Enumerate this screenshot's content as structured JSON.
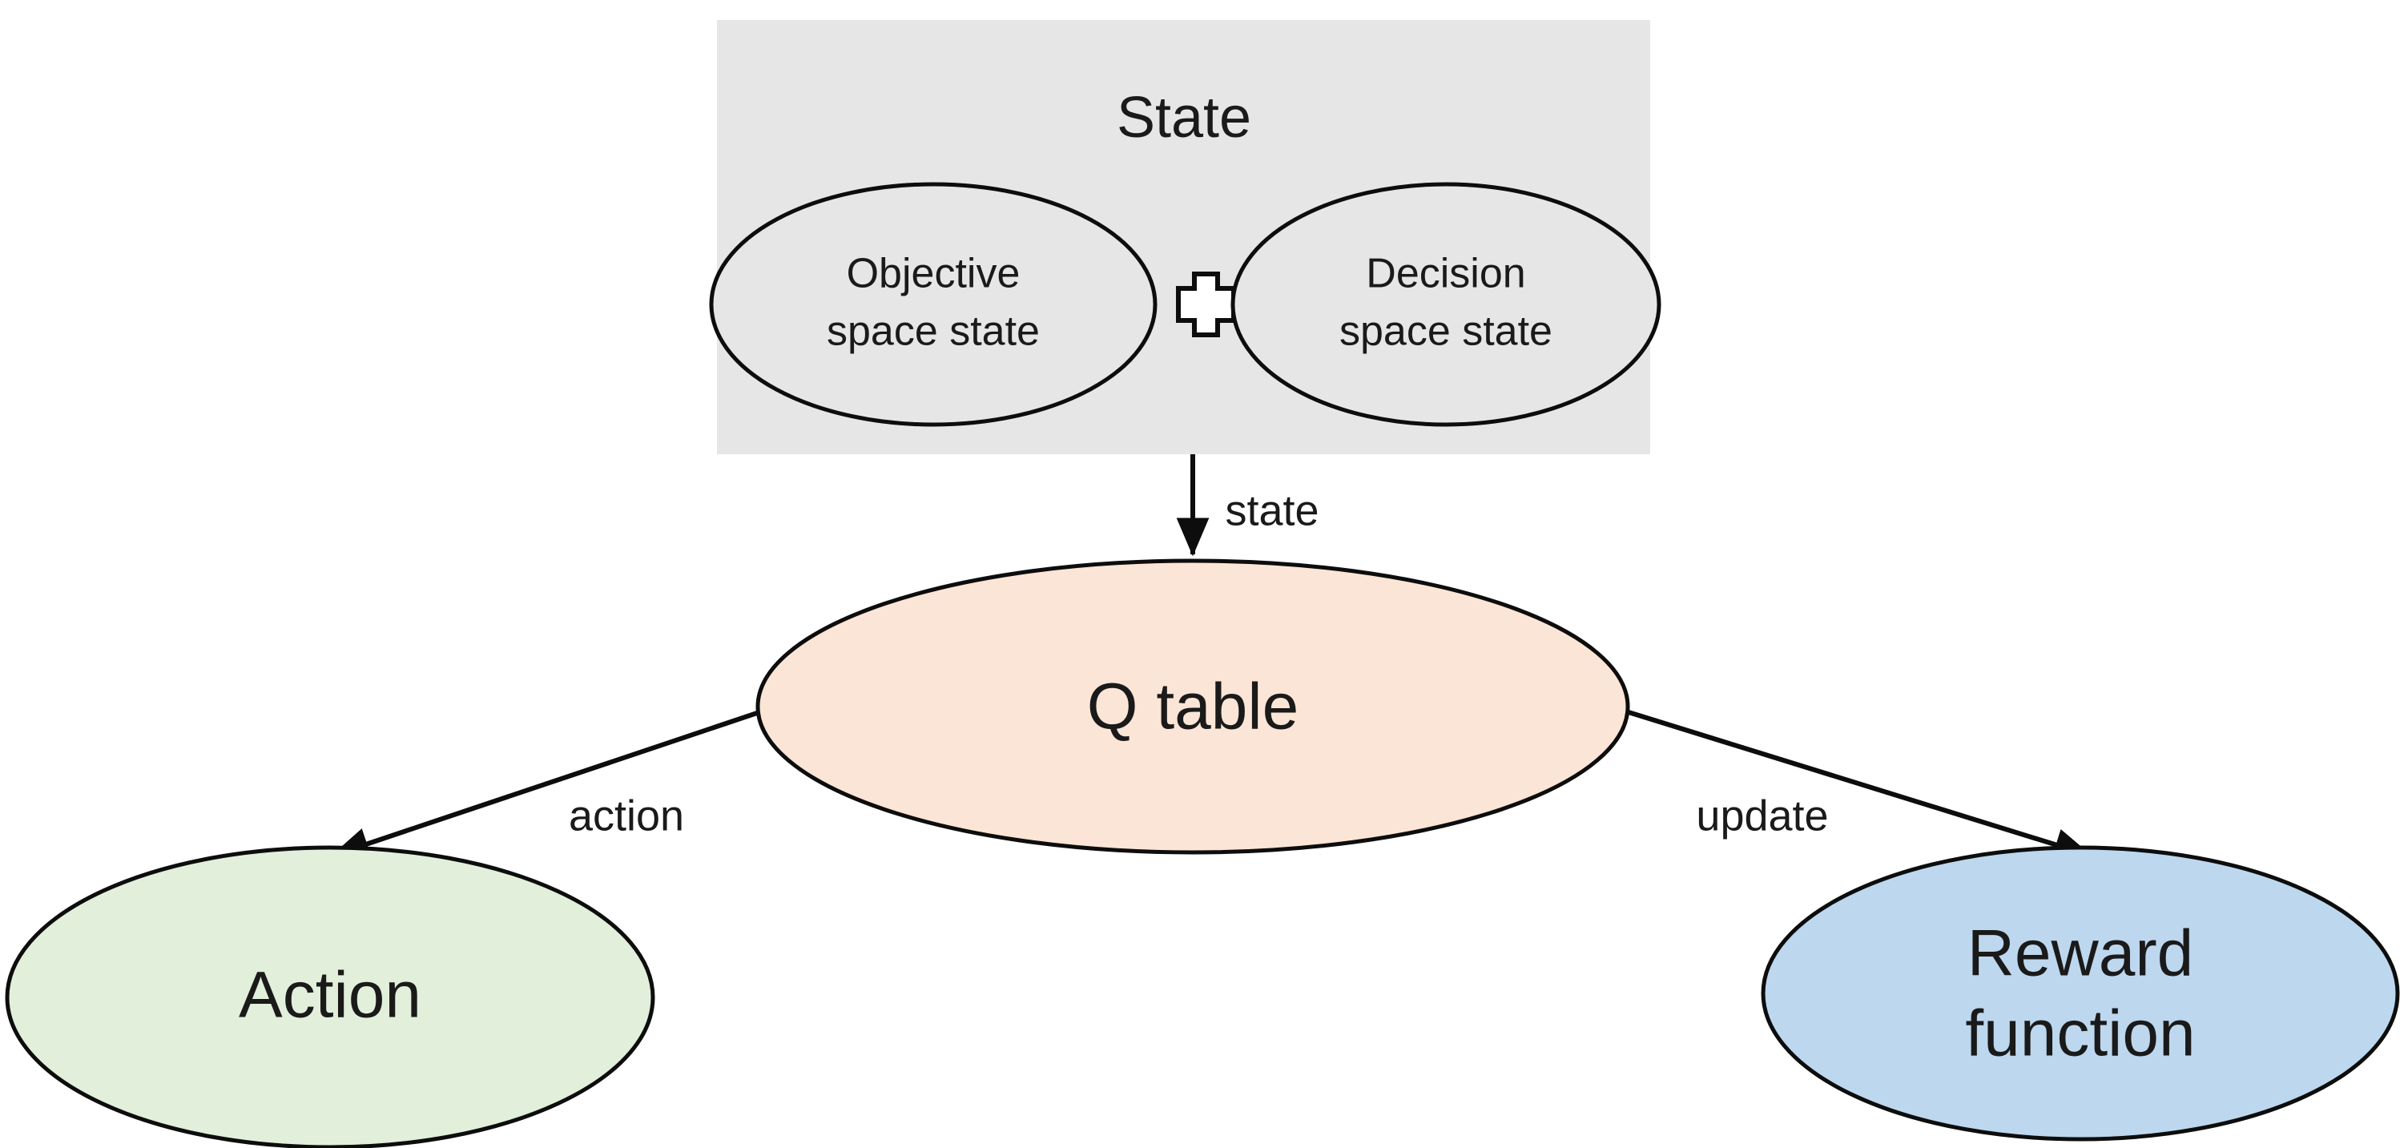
{
  "diagram": {
    "title_group": {
      "label": "State",
      "background_color": "#E6E6E6"
    },
    "nodes": [
      {
        "id": "objective-space-state",
        "line1": "Objective",
        "line2": "space state",
        "fill": "#E6E6E6",
        "stroke": "#0D0D0D"
      },
      {
        "id": "decision-space-state",
        "line1": "Decision",
        "line2": "space state",
        "fill": "#E6E6E6",
        "stroke": "#0D0D0D"
      },
      {
        "id": "q-table",
        "line1": "Q table",
        "line2": "",
        "fill": "#FBE5D6",
        "stroke": "#0D0D0D"
      },
      {
        "id": "action",
        "line1": "Action",
        "line2": "",
        "fill": "#E2EFDA",
        "stroke": "#0D0D0D"
      },
      {
        "id": "reward-function",
        "line1": "Reward",
        "line2": "function",
        "fill": "#BDD7EE",
        "stroke": "#0D0D0D"
      }
    ],
    "operators": [
      {
        "id": "plus-operator",
        "symbol": "+"
      }
    ],
    "edges": [
      {
        "id": "state-edge",
        "label": "state",
        "from": "state-group",
        "to": "q-table"
      },
      {
        "id": "action-edge",
        "label": "action",
        "from": "q-table",
        "to": "action"
      },
      {
        "id": "update-edge",
        "label": "update",
        "from": "q-table",
        "to": "reward-function"
      }
    ]
  }
}
